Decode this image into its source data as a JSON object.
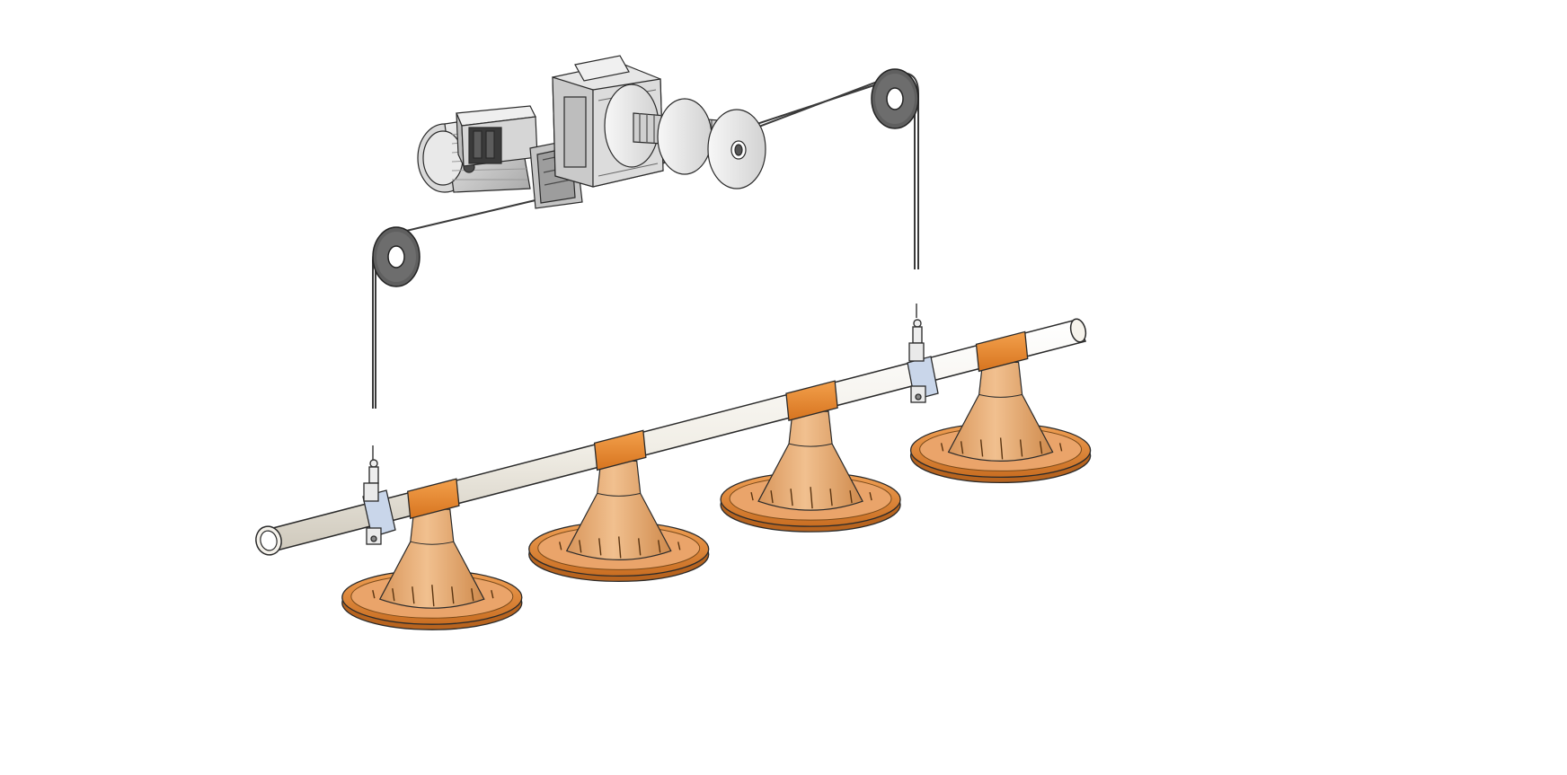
{
  "scene": {
    "description_visible_text": "",
    "colors": {
      "background": "#ffffff",
      "pipe": "#f4f1ea",
      "pipe_shade": "#d9d4c8",
      "collar": "#e8882f",
      "feeder_body": "#e8b07a",
      "feeder_pan": "#e0873a",
      "feeder_pan_dark": "#b8641f",
      "motor_grey": "#cfcfcf",
      "motor_dark": "#5a5a5a",
      "pulley": "#6a6a6a",
      "cable": "#333333",
      "clamp": "#c9d6ea"
    },
    "feeder_count": 4,
    "pulley_count": 2,
    "hanger_count": 2
  }
}
